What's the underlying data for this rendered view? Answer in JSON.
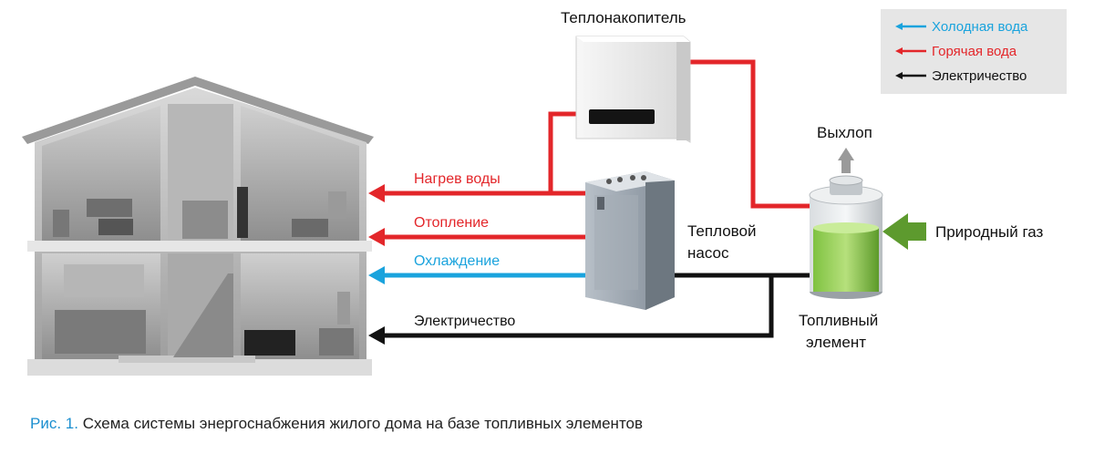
{
  "legend": {
    "cold_water": "Холодная вода",
    "hot_water": "Горячая вода",
    "electricity": "Электричество"
  },
  "components": {
    "heat_storage": "Теплонакопитель",
    "heat_pump_line1": "Тепловой",
    "heat_pump_line2": "насос",
    "fuel_cell_line1": "Топливный",
    "fuel_cell_line2": "элемент",
    "exhaust": "Выхлоп",
    "natural_gas": "Природный газ"
  },
  "flows": {
    "water_heating": "Нагрев воды",
    "space_heating": "Отопление",
    "cooling": "Охлаждение",
    "electricity": "Электричество"
  },
  "caption": {
    "figure_label": "Рис. 1.",
    "text": "Схема системы энергоснабжения жилого дома на базе топливных элементов"
  },
  "colors": {
    "hot": "#e3262a",
    "cold": "#1aa3dd",
    "electric": "#111111",
    "gas": "#5d9a2e",
    "caption_accent": "#1c8fd0"
  }
}
